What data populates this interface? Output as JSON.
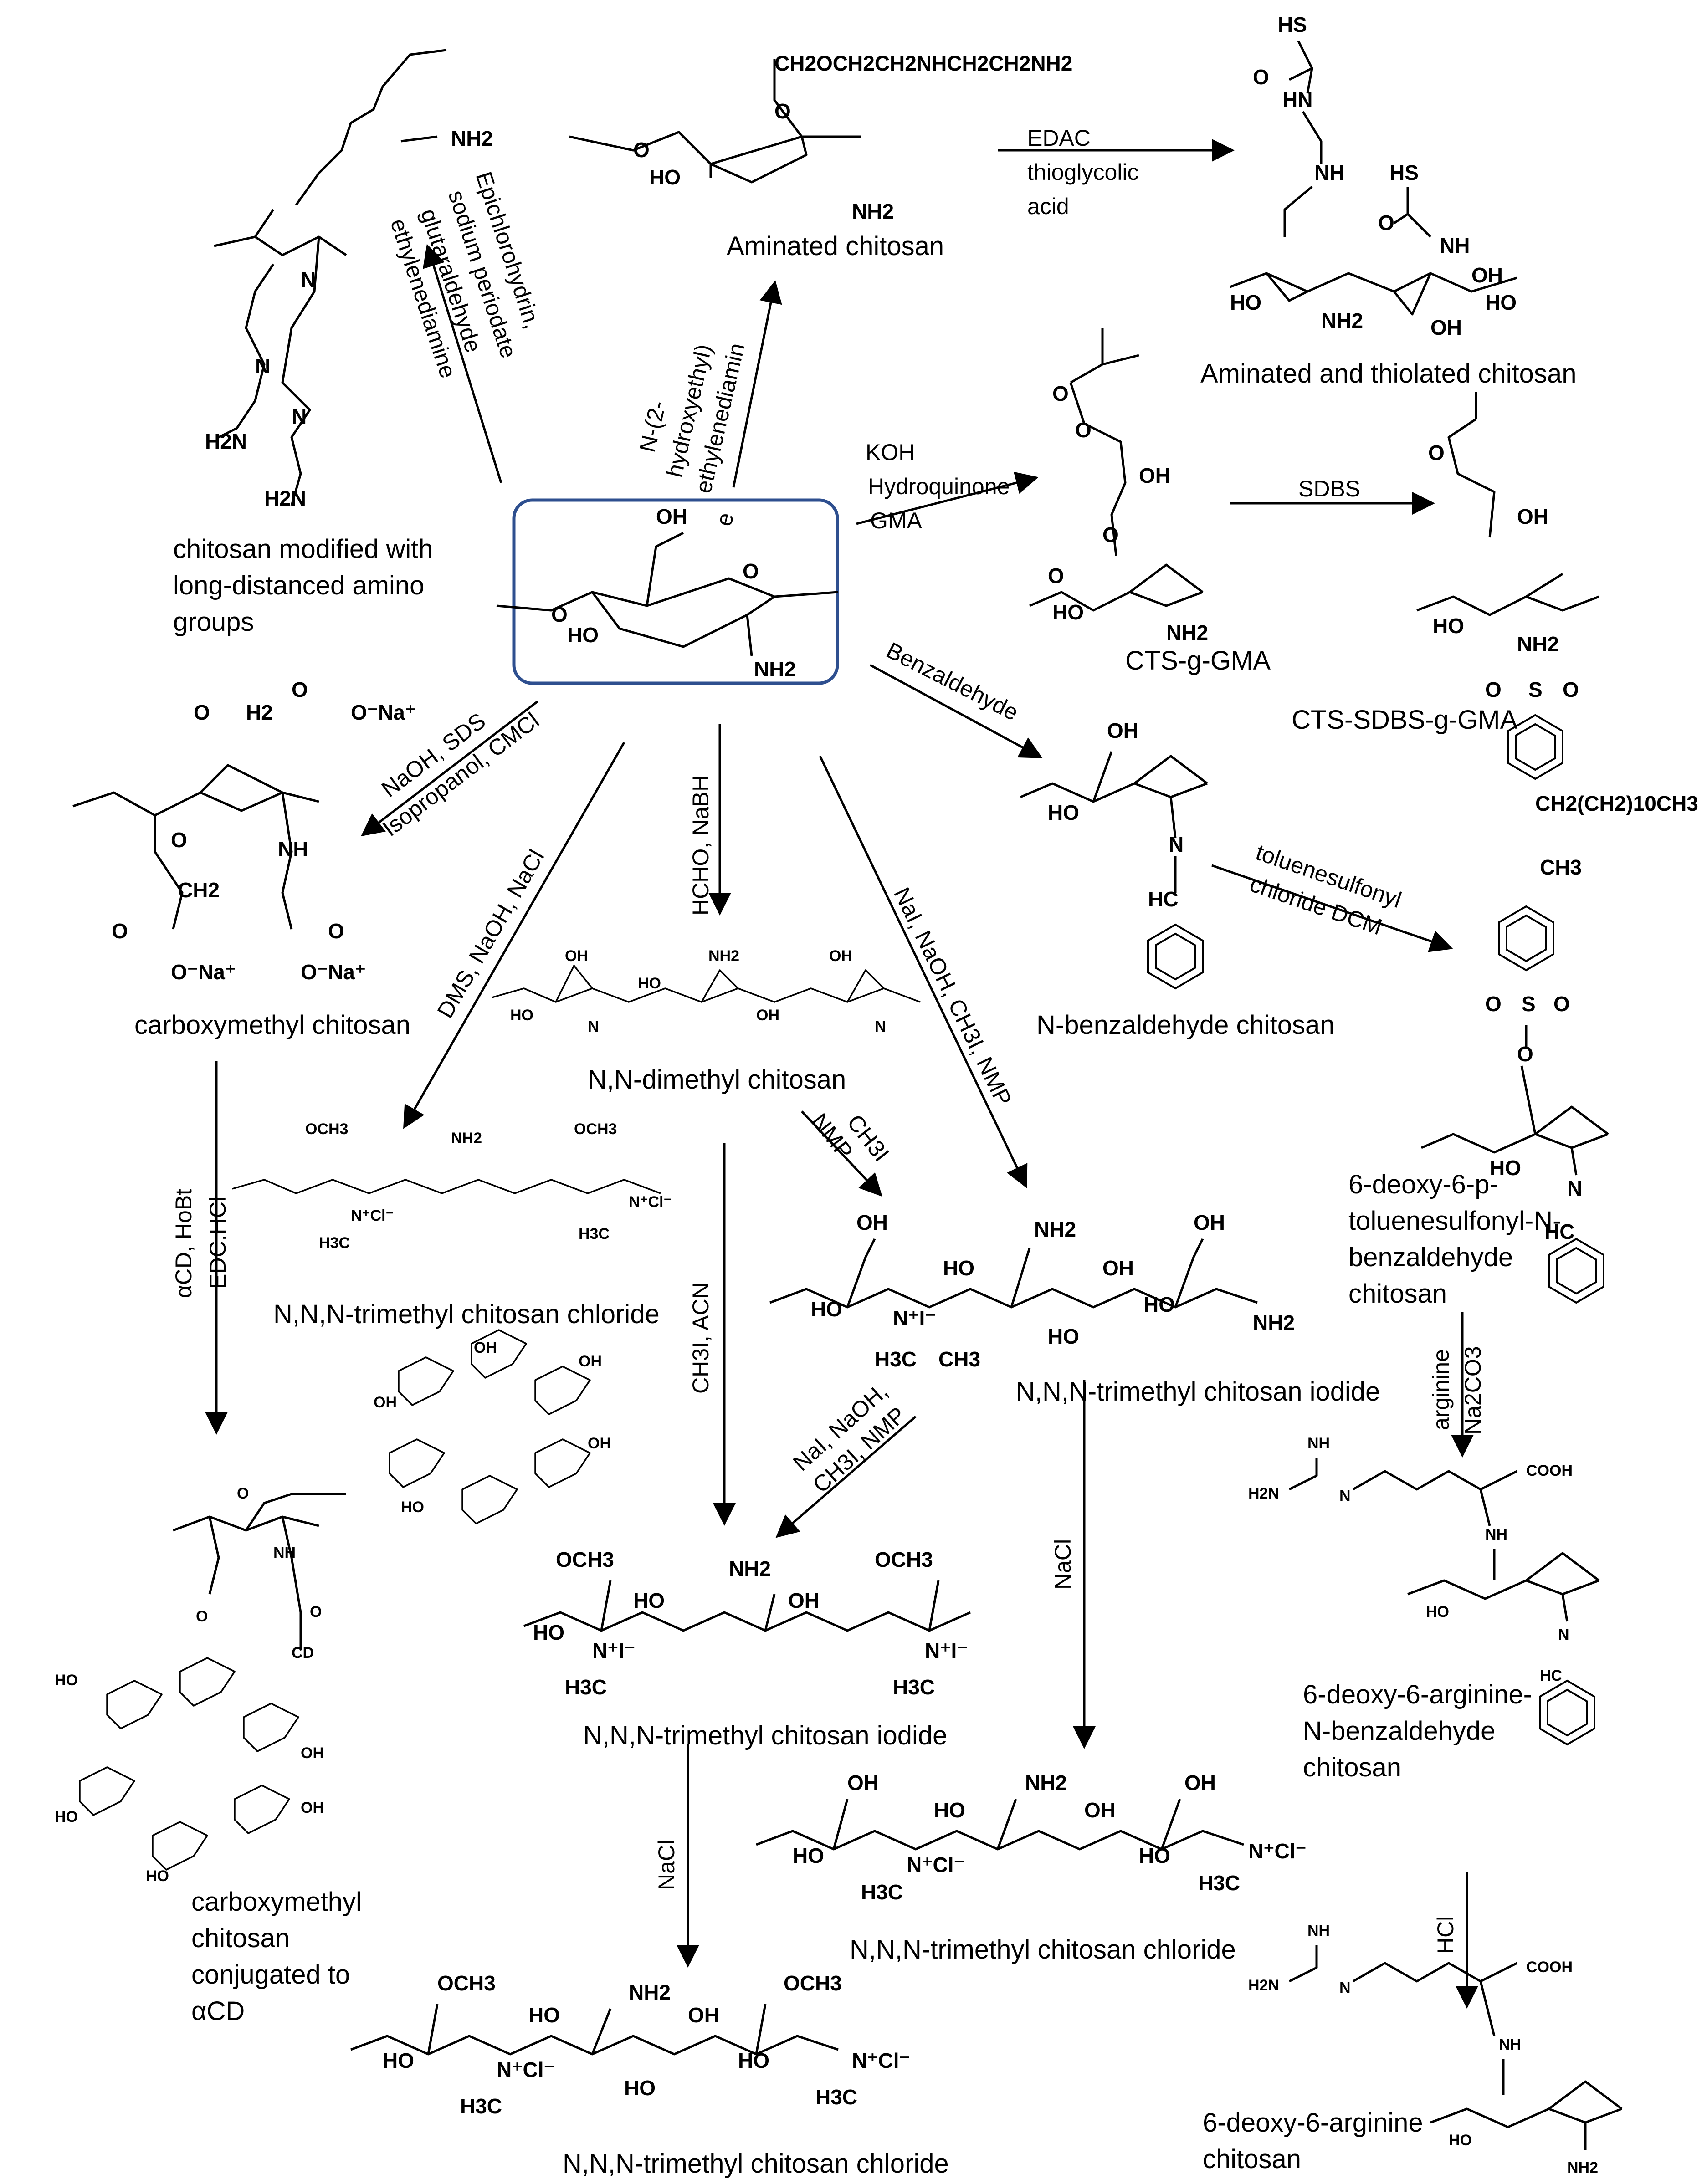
{
  "colors": {
    "center_box": "#2e4f8f",
    "ink": "#000000"
  },
  "center": {
    "oh": "OH",
    "ho": "HO",
    "nh2": "NH2"
  },
  "products": {
    "aminated": "Aminated chitosan",
    "aminated_formula": "CH2OCH2CH2NHCH2CH2NH2",
    "aminated_thiolated": "Aminated and thiolated chitosan",
    "long_amino_1": "chitosan modified with",
    "long_amino_2": "long-distanced amino",
    "long_amino_3": "groups",
    "cts_g_gma": "CTS-g-GMA",
    "cts_sdbs": "CTS-SDBS-g-GMA",
    "sdbs_chain": "CH2(CH2)10CH3",
    "carboxymethyl": "carboxymethyl chitosan",
    "dimethyl": "N,N-dimethyl chitosan",
    "benzaldehyde": "N-benzaldehyde chitosan",
    "tmc_chloride_left": "N,N,N-trimethyl chitosan chloride",
    "tmc_iodide_right": "N,N,N-trimethyl chitosan iodide",
    "tosyl_1": "6-deoxy-6-p-",
    "tosyl_2": "toluenesulfonyl-N-",
    "tosyl_3": "benzaldehyde",
    "tosyl_4": "chitosan",
    "tmc_iodide_center": "N,N,N-trimethyl chitosan iodide",
    "tmc_chloride_right": "N,N,N-trimethyl chitosan chloride",
    "tmc_chloride_bottom": "N,N,N-trimethyl chitosan chloride",
    "cmcd_1": "carboxymethyl",
    "cmcd_2": "chitosan",
    "cmcd_3": "conjugated to",
    "cmcd_4": "αCD",
    "arg_benz_1": "6-deoxy-6-arginine-",
    "arg_benz_2": "N-benzaldehyde",
    "arg_benz_3": "chitosan",
    "arg_1": "6-deoxy-6-arginine",
    "arg_2": "chitosan"
  },
  "reagents": {
    "edac_1": "EDAC",
    "edac_2": "thioglycolic",
    "edac_3": "acid",
    "epi_1": "Epichlorohydrin,",
    "epi_2": "sodium periodate",
    "epi_3": "glutaraldehyde",
    "epi_4": "ethylenediamine",
    "hydroxy_1": "N-(2-",
    "hydroxy_2": "hydroxyethyl)",
    "hydroxy_3": "ethylenediamin",
    "hydroxy_4": "e",
    "koh_1": "KOH",
    "koh_2": "Hydroquinone",
    "koh_3": "GMA",
    "sdbs": "SDBS",
    "naoh_sds_1": "NaOH, SDS",
    "naoh_sds_2": "Isopropanol, CMCl",
    "hcho": "HCHO, NaBH",
    "benzaldehyde": "Benzaldehyde",
    "dms": "DMS, NaOH, NaCl",
    "nai_right": "NaI, NaOH, CH3I, NMP",
    "tosyl_1": "toluenesulfonyl",
    "tosyl_2": "chloride DCM",
    "acd_1": "αCD, HoBt",
    "acd_2": "EDC.HCl",
    "ch3i_nmp_1": "CH3I",
    "ch3i_nmp_2": "NMP",
    "ch3i_acn": "CH3I, ACN",
    "nai_center_1": "NaI, NaOH,",
    "nai_center_2": "CH3I, NMP",
    "arginine": "arginine",
    "na2co3": "Na2CO3",
    "nacl_right": "NaCl",
    "nacl_bottom": "NaCl",
    "hcl": "HCl"
  },
  "atoms": {
    "HS": "HS",
    "O": "O",
    "HN": "HN",
    "NH": "NH",
    "NH2": "NH2",
    "OH": "OH",
    "HO": "HO",
    "N": "N",
    "H2N": "H2N",
    "COOH": "COOH",
    "S": "S",
    "CH3": "CH3",
    "HC": "HC",
    "OCH3": "OCH3",
    "ONa": "O⁻Na⁺",
    "H2": "H2",
    "CH2": "CH2",
    "NMe3Cl": "N⁺Cl⁻",
    "NMe3I": "N⁺I⁻",
    "H3C": "H3C",
    "CD": "CD"
  }
}
